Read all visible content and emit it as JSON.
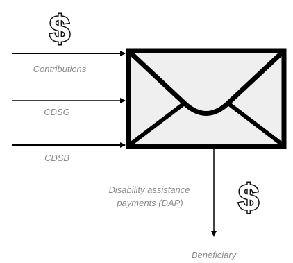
{
  "diagram": {
    "top_symbol": "$",
    "bottom_symbol": "$",
    "inputs": [
      {
        "label": "Contributions"
      },
      {
        "label": "CDSG"
      },
      {
        "label": "CDSB"
      }
    ],
    "output": {
      "label_line1": "Disability assistance",
      "label_line2": "payments (DAP)",
      "recipient": "Beneficiary"
    },
    "colors": {
      "envelope_fill": "#efefef",
      "envelope_border": "#000000",
      "label_text": "#8a8a8a",
      "arrow": "#000000"
    }
  }
}
